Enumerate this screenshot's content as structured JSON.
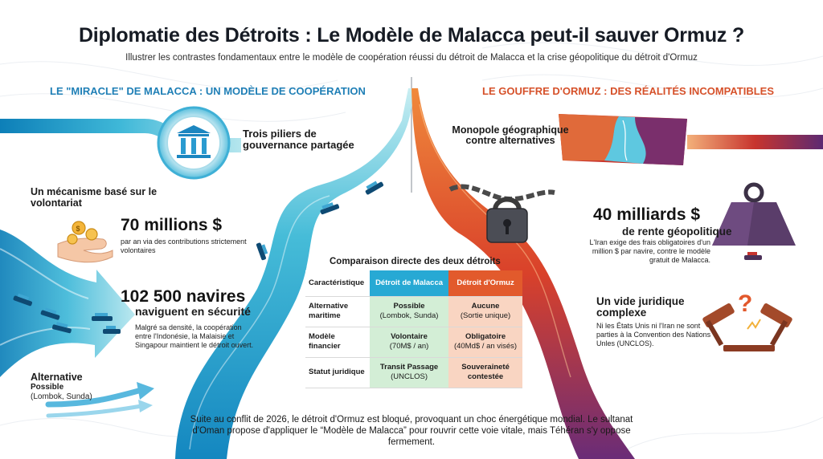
{
  "title": "Diplomatie des Détroits : Le Modèle de Malacca peut-il sauver Ormuz ?",
  "subtitle": "Illustrer les contrastes fondamentaux entre le modèle de coopération réussi du détroit de Malacca et la crise géopolitique du détroit d'Ormuz",
  "left": {
    "heading": "LE \"MIRACLE\" DE MALACCA : UN MODÈLE DE COOPÉRATION",
    "piliers": "Trois piliers de gouvernance partagée",
    "mecanisme": "Un mécanisme basé sur le volontariat",
    "amount": "70 millions $",
    "amount_desc": "par an via des contributions strictement volontaires",
    "ships": "102 500 navires",
    "ships_sub": "naviguent en sécurité",
    "ships_desc": "Malgré sa densité, la coopération entre l'Indonésie, la Malaisie et Singapour maintient le détroit ouvert.",
    "alt_title": "Alternative",
    "alt_value": "Possible",
    "alt_examples": "(Lombok, Sunda)"
  },
  "right": {
    "heading": "LE GOUFFRE D'ORMUZ : DES RÉALITÉS INCOMPATIBLES",
    "monopole": "Monopole géographique contre alternatives",
    "amount": "40 milliards $",
    "amount_sub": "de rente géopolitique",
    "amount_desc": "L'Iran exige des frais obligatoires d'un million $ par navire, contre le modèle gratuit de Malacca.",
    "vide": "Un vide juridique complexe",
    "vide_desc": "Ni les États Unis ni l'Iran ne sont parties à la Convention des Nations Unles (UNCLOS)."
  },
  "comparison": {
    "title": "Comparaison directe des deux détroits",
    "headers": [
      "Caractéristique",
      "Détroit de Malacca",
      "Détroit d'Ormuz"
    ],
    "rows": [
      {
        "label": "Alternative maritime",
        "malacca_a": "Possible",
        "malacca_b": "(Lombok, Sunda)",
        "ormuz_a": "Aucune",
        "ormuz_b": "(Sortie unique)"
      },
      {
        "label": "Modèle financier",
        "malacca_a": "Volontaire",
        "malacca_b": "(70M$ / an)",
        "ormuz_a": "Obligatoire",
        "ormuz_b": "(40Md$ / an visés)"
      },
      {
        "label": "Statut juridique",
        "malacca_a": "Transit Passage",
        "malacca_b": "(UNCLOS)",
        "ormuz_a": "Souveraineté",
        "ormuz_b": "contestée"
      }
    ]
  },
  "footer": "Suite au conflit de 2026, le détroit d'Ormuz est bloqué, provoquant un choc énergétique mondial. Le sultanat d'Oman propose d'appliquer le “Modèle de Malacca” pour rouvrir cette voie vitale, mais Téhéran s'y oppose fermement.",
  "colors": {
    "malacca_blue": "#27a9d4",
    "ormuz_red": "#e25a2c",
    "ormuz_purple": "#6e2f78",
    "table_green": "#d3eed6",
    "table_peach": "#f9d5c2"
  },
  "icons": [
    "pillars-icon",
    "coins-hand-icon",
    "padlock-chain-icon",
    "weight-icon",
    "gavel-question-icon",
    "cargo-ship-icon"
  ]
}
